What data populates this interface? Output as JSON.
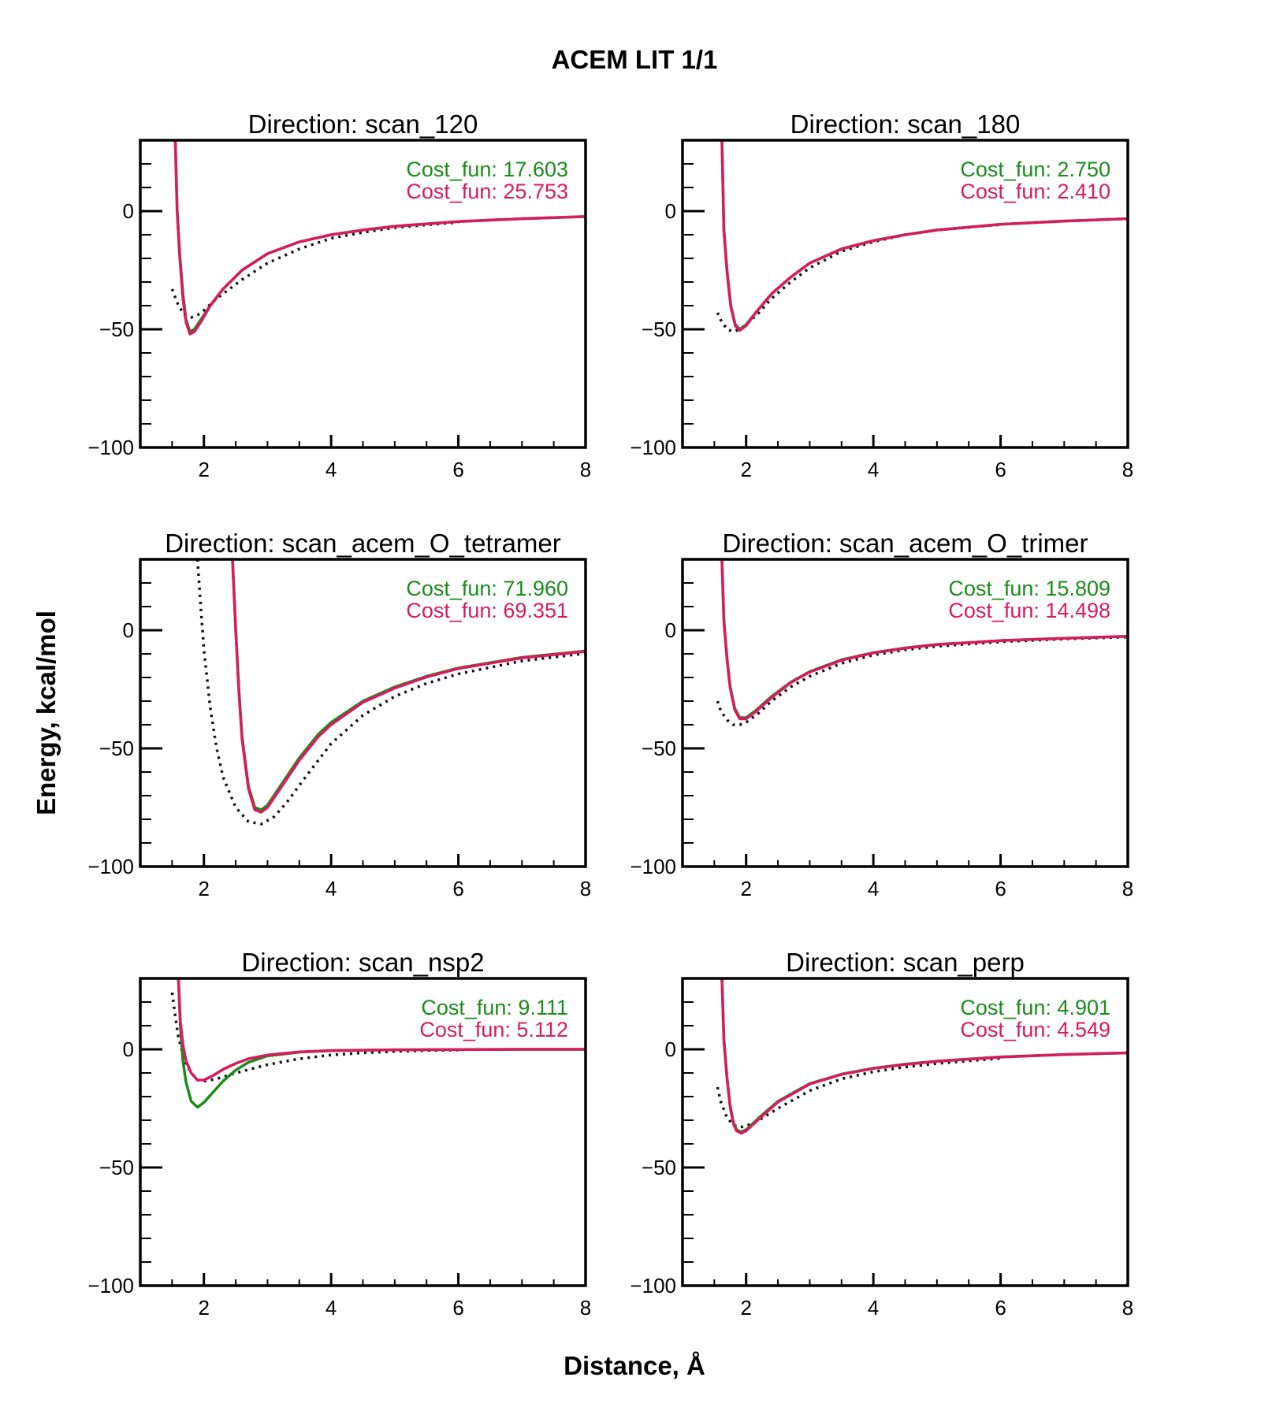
{
  "figure": {
    "title": "ACEM LIT 1/1",
    "xlabel": "Distance, Å",
    "ylabel": "Energy, kcal/mol"
  },
  "colors": {
    "green": "#1a8c1a",
    "pink": "#d81b60",
    "reference": "#111111",
    "axes": "#000000"
  },
  "chart_data": [
    {
      "type": "line",
      "title": "Direction: scan_120",
      "xlim": [
        1,
        8
      ],
      "ylim": [
        -100,
        30
      ],
      "xticks": [
        2,
        4,
        6,
        8
      ],
      "yticks": [
        0,
        -50,
        -100
      ],
      "xticklabels": [
        "2",
        "4",
        "6",
        "8"
      ],
      "yticklabels": [
        "0",
        "−50",
        "−100"
      ],
      "annotations": [
        "Cost_fun: 17.603",
        "Cost_fun: 25.753"
      ],
      "series": [
        {
          "style": "solid-green",
          "x": [
            1.55,
            1.58,
            1.62,
            1.67,
            1.72,
            1.78,
            1.85,
            1.95,
            2.1,
            2.3,
            2.6,
            3.0,
            3.5,
            4.0,
            4.5,
            5.0,
            6.0,
            7.0,
            8.0
          ],
          "y": [
            30,
            0,
            -18,
            -35,
            -46,
            -51,
            -50,
            -46,
            -40,
            -33,
            -25,
            -18,
            -13,
            -10,
            -8,
            -6.4,
            -4.4,
            -3.2,
            -2.3
          ]
        },
        {
          "style": "solid-pink",
          "x": [
            1.55,
            1.58,
            1.62,
            1.67,
            1.72,
            1.78,
            1.85,
            1.95,
            2.1,
            2.3,
            2.6,
            3.0,
            3.5,
            4.0,
            4.5,
            5.0,
            6.0,
            7.0,
            8.0
          ],
          "y": [
            30,
            0,
            -19,
            -37,
            -47,
            -52,
            -51,
            -47,
            -40,
            -33,
            -25,
            -18,
            -13,
            -10,
            -8,
            -6.4,
            -4.4,
            -3.2,
            -2.3
          ]
        },
        {
          "style": "dotted-reference",
          "x": [
            1.5,
            1.6,
            1.7,
            1.8,
            1.9,
            2.0,
            2.2,
            2.4,
            2.6,
            3.0,
            3.5,
            4.0,
            4.5,
            5.0,
            5.5,
            6.0
          ],
          "y": [
            -33,
            -40,
            -44,
            -45,
            -44,
            -42,
            -37,
            -33,
            -29,
            -22,
            -16,
            -11.5,
            -9,
            -7,
            -5.8,
            -4.8
          ]
        }
      ]
    },
    {
      "type": "line",
      "title": "Direction: scan_180",
      "xlim": [
        1,
        8
      ],
      "ylim": [
        -100,
        30
      ],
      "xticks": [
        2,
        4,
        6,
        8
      ],
      "yticks": [
        0,
        -50,
        -100
      ],
      "xticklabels": [
        "2",
        "4",
        "6",
        "8"
      ],
      "yticklabels": [
        "0",
        "−50",
        "−100"
      ],
      "annotations": [
        "Cost_fun: 2.750",
        "Cost_fun: 2.410"
      ],
      "series": [
        {
          "style": "solid-green",
          "x": [
            1.62,
            1.65,
            1.7,
            1.76,
            1.83,
            1.9,
            2.0,
            2.15,
            2.4,
            2.7,
            3.0,
            3.5,
            4.0,
            4.5,
            5.0,
            6.0,
            7.0,
            8.0
          ],
          "y": [
            30,
            -8,
            -25,
            -40,
            -48,
            -50,
            -48,
            -43,
            -35,
            -28,
            -22,
            -16,
            -12.5,
            -10,
            -8,
            -5.6,
            -4.2,
            -3.2
          ]
        },
        {
          "style": "solid-pink",
          "x": [
            1.62,
            1.65,
            1.7,
            1.76,
            1.83,
            1.9,
            2.0,
            2.15,
            2.4,
            2.7,
            3.0,
            3.5,
            4.0,
            4.5,
            5.0,
            6.0,
            7.0,
            8.0
          ],
          "y": [
            30,
            -8,
            -26,
            -40.5,
            -48.5,
            -50.5,
            -48.5,
            -43,
            -35,
            -28,
            -22,
            -16,
            -12.5,
            -10,
            -8,
            -5.6,
            -4.2,
            -3.2
          ]
        },
        {
          "style": "dotted-reference",
          "x": [
            1.55,
            1.6,
            1.7,
            1.8,
            1.9,
            2.0,
            2.2,
            2.4,
            2.7,
            3.0,
            3.5,
            4.0,
            4.5,
            5.0,
            6.0
          ],
          "y": [
            -43,
            -46,
            -50,
            -51,
            -50,
            -48,
            -43,
            -37,
            -30,
            -24,
            -17,
            -13,
            -10,
            -8,
            -5.7
          ]
        }
      ]
    },
    {
      "type": "line",
      "title": "Direction: scan_acem_O_tetramer",
      "xlim": [
        1,
        8
      ],
      "ylim": [
        -100,
        30
      ],
      "xticks": [
        2,
        4,
        6,
        8
      ],
      "yticks": [
        0,
        -50,
        -100
      ],
      "xticklabels": [
        "2",
        "4",
        "6",
        "8"
      ],
      "yticklabels": [
        "0",
        "−50",
        "−100"
      ],
      "annotations": [
        "Cost_fun: 71.960",
        "Cost_fun: 69.351"
      ],
      "series": [
        {
          "style": "solid-green",
          "x": [
            2.45,
            2.5,
            2.55,
            2.6,
            2.7,
            2.8,
            2.9,
            3.0,
            3.2,
            3.5,
            3.8,
            4.0,
            4.5,
            5.0,
            5.5,
            6.0,
            7.0,
            8.0
          ],
          "y": [
            30,
            0,
            -25,
            -45,
            -66,
            -75,
            -76,
            -74,
            -66,
            -54,
            -44,
            -39,
            -30,
            -24,
            -19.5,
            -16,
            -11.5,
            -8.8
          ]
        },
        {
          "style": "solid-pink",
          "x": [
            2.45,
            2.5,
            2.55,
            2.6,
            2.7,
            2.8,
            2.9,
            3.0,
            3.2,
            3.5,
            3.8,
            4.0,
            4.5,
            5.0,
            5.5,
            6.0,
            7.0,
            8.0
          ],
          "y": [
            30,
            0,
            -26,
            -46,
            -67,
            -76,
            -77,
            -75,
            -67,
            -55,
            -45,
            -40,
            -30.5,
            -24.5,
            -19.8,
            -16.2,
            -11.7,
            -9
          ]
        },
        {
          "style": "dotted-reference",
          "x": [
            1.9,
            1.95,
            2.0,
            2.1,
            2.2,
            2.3,
            2.5,
            2.7,
            2.9,
            3.1,
            3.3,
            3.6,
            4.0,
            4.5,
            5.0,
            5.5,
            6.0,
            7.0,
            8.0
          ],
          "y": [
            30,
            10,
            -8,
            -33,
            -50,
            -62,
            -75,
            -81,
            -82,
            -79,
            -73,
            -62,
            -48,
            -36,
            -28,
            -22.5,
            -18.5,
            -13,
            -9.8
          ]
        }
      ]
    },
    {
      "type": "line",
      "title": "Direction: scan_acem_O_trimer",
      "xlim": [
        1,
        8
      ],
      "ylim": [
        -100,
        30
      ],
      "xticks": [
        2,
        4,
        6,
        8
      ],
      "yticks": [
        0,
        -50,
        -100
      ],
      "xticklabels": [
        "2",
        "4",
        "6",
        "8"
      ],
      "yticklabels": [
        "0",
        "−50",
        "−100"
      ],
      "annotations": [
        "Cost_fun: 15.809",
        "Cost_fun: 14.498"
      ],
      "series": [
        {
          "style": "solid-green",
          "x": [
            1.62,
            1.65,
            1.7,
            1.75,
            1.82,
            1.9,
            2.0,
            2.15,
            2.4,
            2.7,
            3.0,
            3.5,
            4.0,
            4.5,
            5.0,
            6.0,
            7.0,
            8.0
          ],
          "y": [
            30,
            4,
            -12,
            -24,
            -33,
            -37,
            -37,
            -34,
            -28,
            -22,
            -17.5,
            -12.5,
            -9.5,
            -7.5,
            -6,
            -4.4,
            -3.4,
            -2.6
          ]
        },
        {
          "style": "solid-pink",
          "x": [
            1.62,
            1.65,
            1.7,
            1.75,
            1.82,
            1.9,
            2.0,
            2.15,
            2.4,
            2.7,
            3.0,
            3.5,
            4.0,
            4.5,
            5.0,
            6.0,
            7.0,
            8.0
          ],
          "y": [
            30,
            4,
            -12.5,
            -24.5,
            -33.5,
            -37.5,
            -37.5,
            -34.5,
            -28.5,
            -22.2,
            -17.7,
            -12.7,
            -9.6,
            -7.6,
            -6.1,
            -4.4,
            -3.4,
            -2.6
          ]
        },
        {
          "style": "dotted-reference",
          "x": [
            1.55,
            1.6,
            1.7,
            1.8,
            1.9,
            2.0,
            2.2,
            2.4,
            2.7,
            3.0,
            3.5,
            4.0,
            4.5,
            5.0,
            6.0,
            7.0,
            8.0
          ],
          "y": [
            -30,
            -34,
            -38,
            -40,
            -40,
            -39,
            -35,
            -30,
            -24,
            -19.5,
            -14,
            -10.5,
            -8.3,
            -6.8,
            -4.9,
            -3.7,
            -2.9
          ]
        }
      ]
    },
    {
      "type": "line",
      "title": "Direction: scan_nsp2",
      "xlim": [
        1,
        8
      ],
      "ylim": [
        -100,
        30
      ],
      "xticks": [
        2,
        4,
        6,
        8
      ],
      "yticks": [
        0,
        -50,
        -100
      ],
      "xticklabels": [
        "2",
        "4",
        "6",
        "8"
      ],
      "yticklabels": [
        "0",
        "−50",
        "−100"
      ],
      "annotations": [
        "Cost_fun: 9.111",
        "Cost_fun: 5.112"
      ],
      "series": [
        {
          "style": "solid-green",
          "x": [
            1.6,
            1.63,
            1.67,
            1.72,
            1.8,
            1.9,
            2.0,
            2.15,
            2.3,
            2.5,
            2.7,
            3.0,
            3.5,
            4.0,
            5.0,
            6.0,
            7.0,
            8.0
          ],
          "y": [
            30,
            10,
            -5,
            -14,
            -22,
            -24.5,
            -22.5,
            -18,
            -13.5,
            -8.8,
            -5.5,
            -2.8,
            -1.2,
            -0.6,
            -0.2,
            -0.1,
            0,
            0
          ]
        },
        {
          "style": "solid-pink",
          "x": [
            1.6,
            1.63,
            1.67,
            1.72,
            1.8,
            1.9,
            2.0,
            2.15,
            2.3,
            2.5,
            2.7,
            3.0,
            3.5,
            4.0,
            5.0,
            6.0,
            7.0,
            8.0
          ],
          "y": [
            30,
            12,
            2,
            -5,
            -10,
            -13,
            -13,
            -11,
            -8.5,
            -6,
            -4,
            -2.4,
            -1.1,
            -0.5,
            -0.2,
            -0.1,
            0,
            0
          ]
        },
        {
          "style": "dotted-reference",
          "x": [
            1.5,
            1.55,
            1.6,
            1.7,
            1.8,
            1.9,
            2.0,
            2.2,
            2.5,
            3.0,
            3.5,
            4.0,
            4.5,
            5.0,
            5.5,
            6.0
          ],
          "y": [
            24,
            14,
            5,
            -5,
            -10,
            -13,
            -13.5,
            -12.5,
            -10,
            -6.5,
            -4,
            -2.4,
            -1.5,
            -0.9,
            -0.5,
            -0.3
          ]
        }
      ]
    },
    {
      "type": "line",
      "title": "Direction: scan_perp",
      "xlim": [
        1,
        8
      ],
      "ylim": [
        -100,
        30
      ],
      "xticks": [
        2,
        4,
        6,
        8
      ],
      "yticks": [
        0,
        -50,
        -100
      ],
      "xticklabels": [
        "2",
        "4",
        "6",
        "8"
      ],
      "yticklabels": [
        "0",
        "−50",
        "−100"
      ],
      "annotations": [
        "Cost_fun: 4.901",
        "Cost_fun: 4.549"
      ],
      "series": [
        {
          "style": "solid-green",
          "x": [
            1.62,
            1.65,
            1.7,
            1.75,
            1.8,
            1.85,
            1.92,
            2.0,
            2.2,
            2.5,
            3.0,
            3.5,
            4.0,
            4.5,
            5.0,
            6.0,
            7.0,
            8.0
          ],
          "y": [
            30,
            4,
            -12,
            -24,
            -31,
            -34,
            -35,
            -34,
            -29,
            -22,
            -14.5,
            -10.5,
            -8,
            -6.3,
            -5,
            -3.2,
            -2.2,
            -1.5
          ]
        },
        {
          "style": "solid-pink",
          "x": [
            1.62,
            1.65,
            1.7,
            1.75,
            1.8,
            1.85,
            1.92,
            2.0,
            2.2,
            2.5,
            3.0,
            3.5,
            4.0,
            4.5,
            5.0,
            6.0,
            7.0,
            8.0
          ],
          "y": [
            30,
            4,
            -12.5,
            -24.5,
            -31.5,
            -34.5,
            -35.5,
            -34.5,
            -29.5,
            -22.3,
            -14.7,
            -10.6,
            -8.1,
            -6.4,
            -5.1,
            -3.3,
            -2.2,
            -1.5
          ]
        },
        {
          "style": "dotted-reference",
          "x": [
            1.55,
            1.6,
            1.7,
            1.8,
            1.9,
            2.0,
            2.2,
            2.5,
            3.0,
            3.5,
            4.0,
            4.5,
            5.0,
            6.0
          ],
          "y": [
            -16,
            -22,
            -29,
            -32,
            -33,
            -32.5,
            -30,
            -25,
            -17.5,
            -12.5,
            -9.5,
            -7.5,
            -6,
            -3.8
          ]
        }
      ]
    }
  ]
}
